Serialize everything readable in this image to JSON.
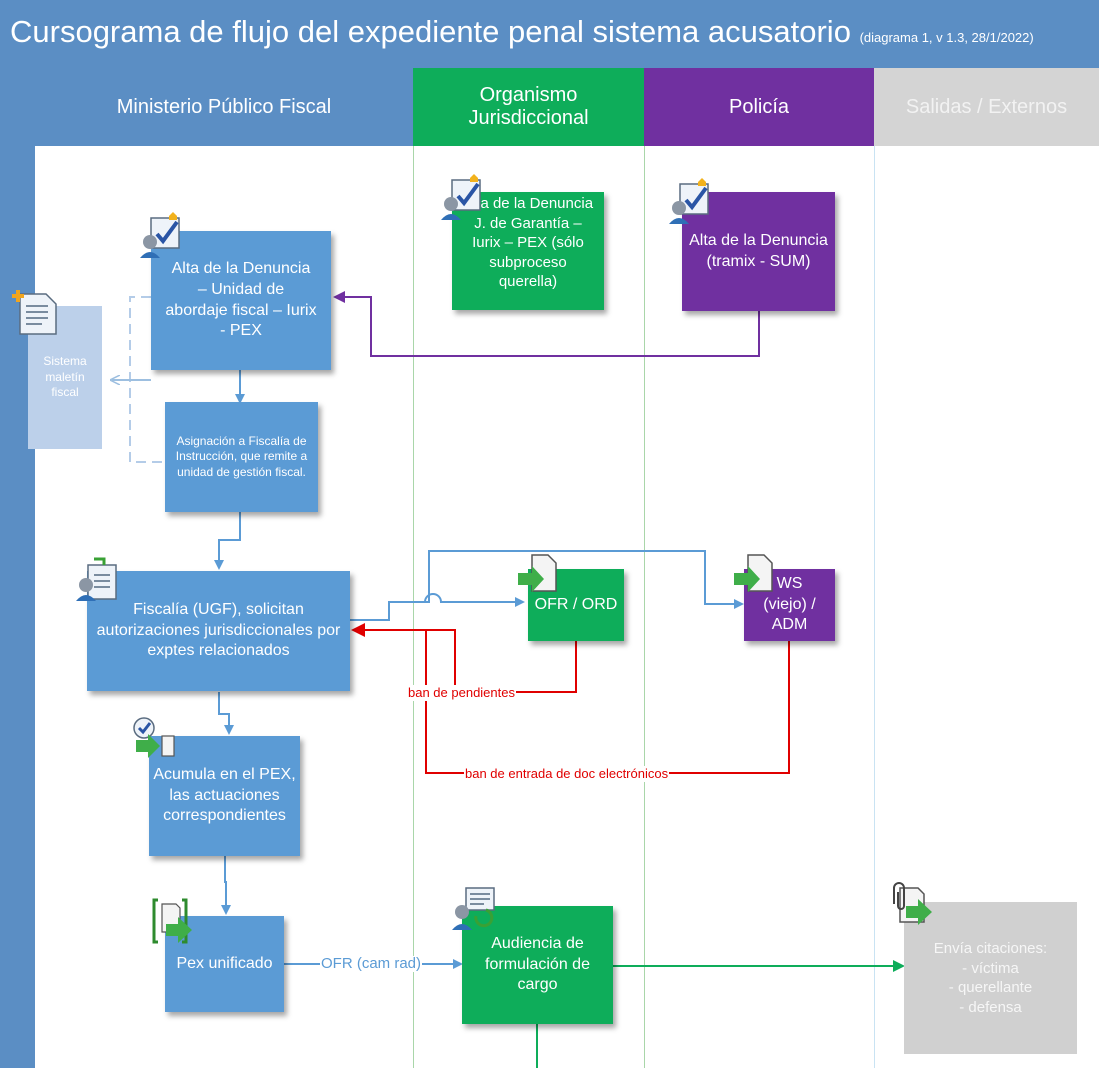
{
  "title": {
    "main": "Cursograma de flujo del expediente penal sistema acusatorio",
    "subtitle": "(diagrama 1, v 1.3, 28/1/2022)"
  },
  "lanes": [
    {
      "label": "Ministerio Público Fiscal",
      "color": "#5b8ec4"
    },
    {
      "label": "Organismo Jurisdiccional",
      "color": "#0ead5a"
    },
    {
      "label": "Policía",
      "color": "#7030a0"
    },
    {
      "label": "Salidas / Externos",
      "color": "#d4d4d4"
    }
  ],
  "nodes": {
    "alta_mpf": "Alta de la Denuncia – Unidad de abordaje fiscal – Iurix - PEX",
    "maletin": "Sistema maletín fiscal",
    "asignacion": "Asignación a Fiscalía de Instrucción, que remite a unidad de gestión fiscal.",
    "fiscalia_ugf": "Fiscalía (UGF), solicitan autorizaciones jurisdiccionales por exptes relacionados",
    "acumula": "Acumula en el PEX, las actuaciones correspondientes",
    "pex_unificado": "Pex unificado",
    "alta_jg": "Alta de la Denuncia J. de Garantía – Iurix – PEX (sólo subproceso querella)",
    "ofr_ord": "OFR / ORD",
    "audiencia": "Audiencia de formulación de cargo",
    "alta_policia": "Alta de la Denuncia (tramix - SUM)",
    "ws_adm": "WS (viejo) / ADM",
    "citaciones": "Envía citaciones:\n- víctima\n- querellante\n- defensa"
  },
  "edge_labels": {
    "pendientes": "ban de pendientes",
    "entrada": "ban de entrada de doc electrónicos",
    "ofr_cam": "OFR (cam rad)"
  },
  "colors": {
    "blue_flow": "#5b9bd5",
    "red_flow": "#e00000",
    "purple_flow": "#7030a0",
    "green_flow": "#0ead5a"
  }
}
